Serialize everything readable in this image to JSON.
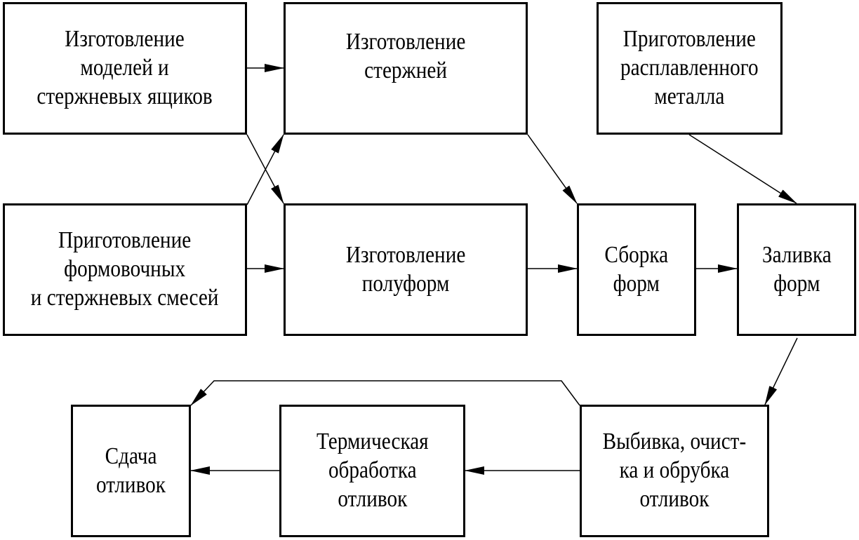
{
  "boxes": {
    "models": "Изготовление\nмоделей и\nстержневых ящиков",
    "cores": "Изготовление\nстержней",
    "metal": "Приготовление\nрасплавленного\nметалла",
    "mixtures": "Приготовление\nформовочных\nи стержневых смесей",
    "halfmolds": "Изготовление\nполуформ",
    "assembly": "Сборка\nформ",
    "pouring": "Заливка\nформ",
    "knockout": "Выбивка, очист-\nка и обрубка\nотливок",
    "heat": "Термическая\nобработка\nотливок",
    "delivery": "Сдача\nотливок"
  }
}
